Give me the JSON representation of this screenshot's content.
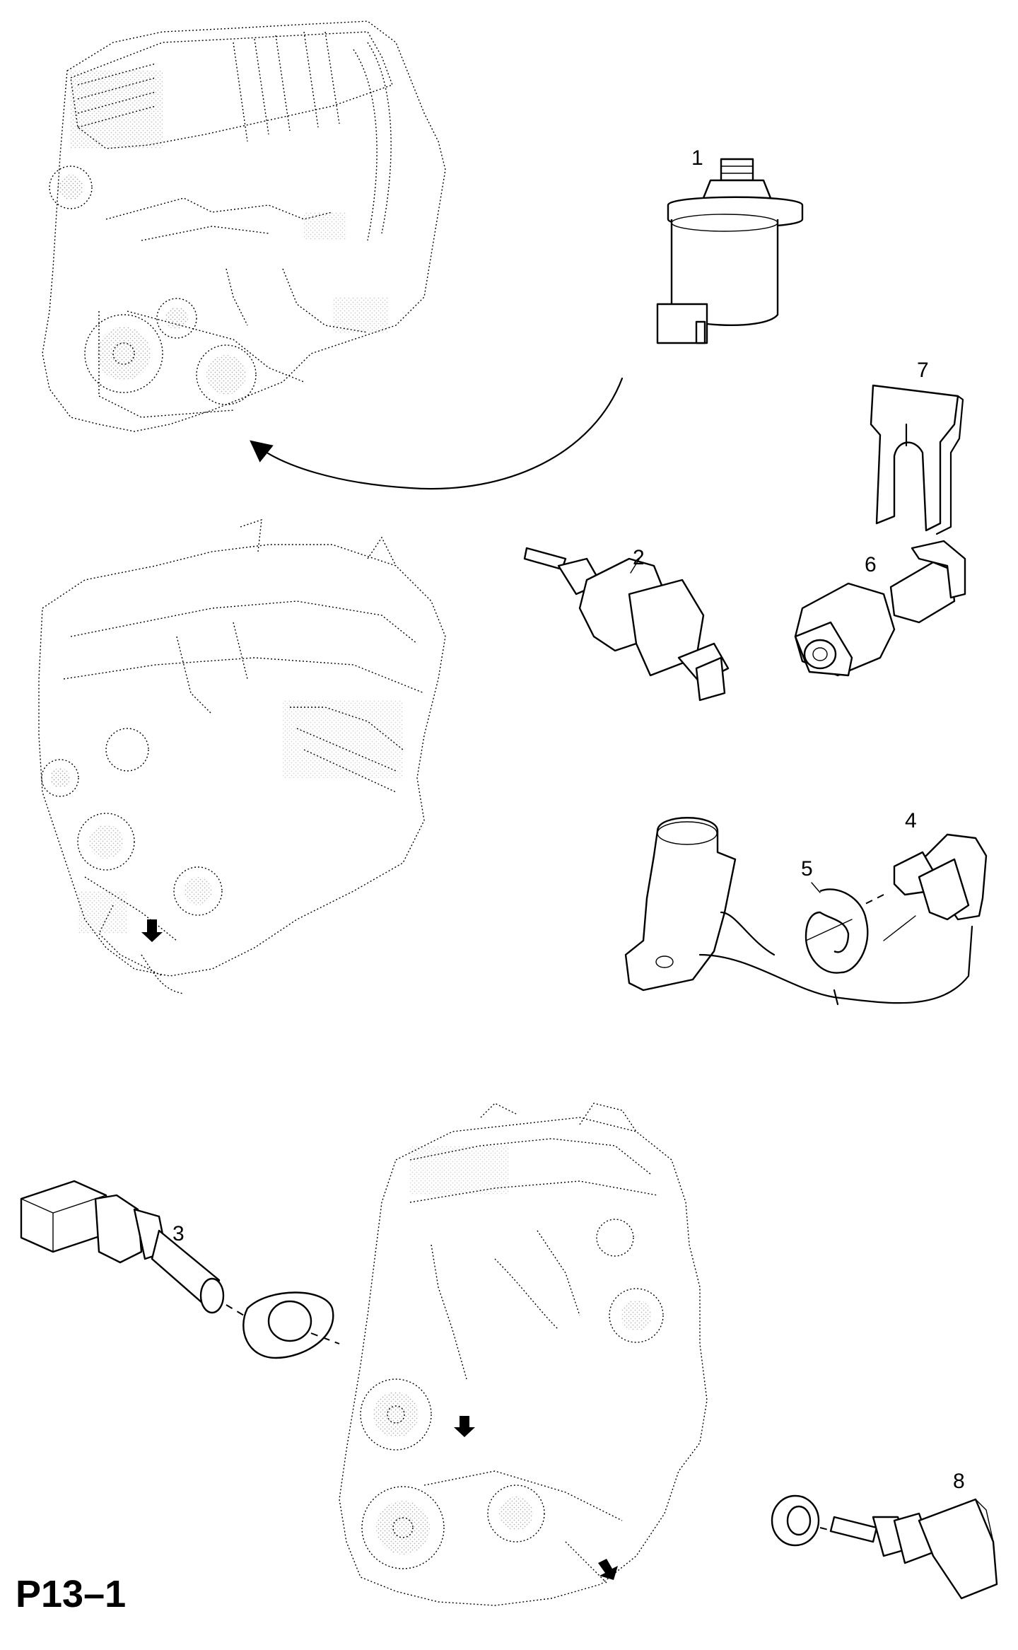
{
  "diagram": {
    "page_code": "P13–1",
    "callouts": [
      "1",
      "2",
      "3",
      "4",
      "5",
      "6",
      "7",
      "8"
    ]
  }
}
